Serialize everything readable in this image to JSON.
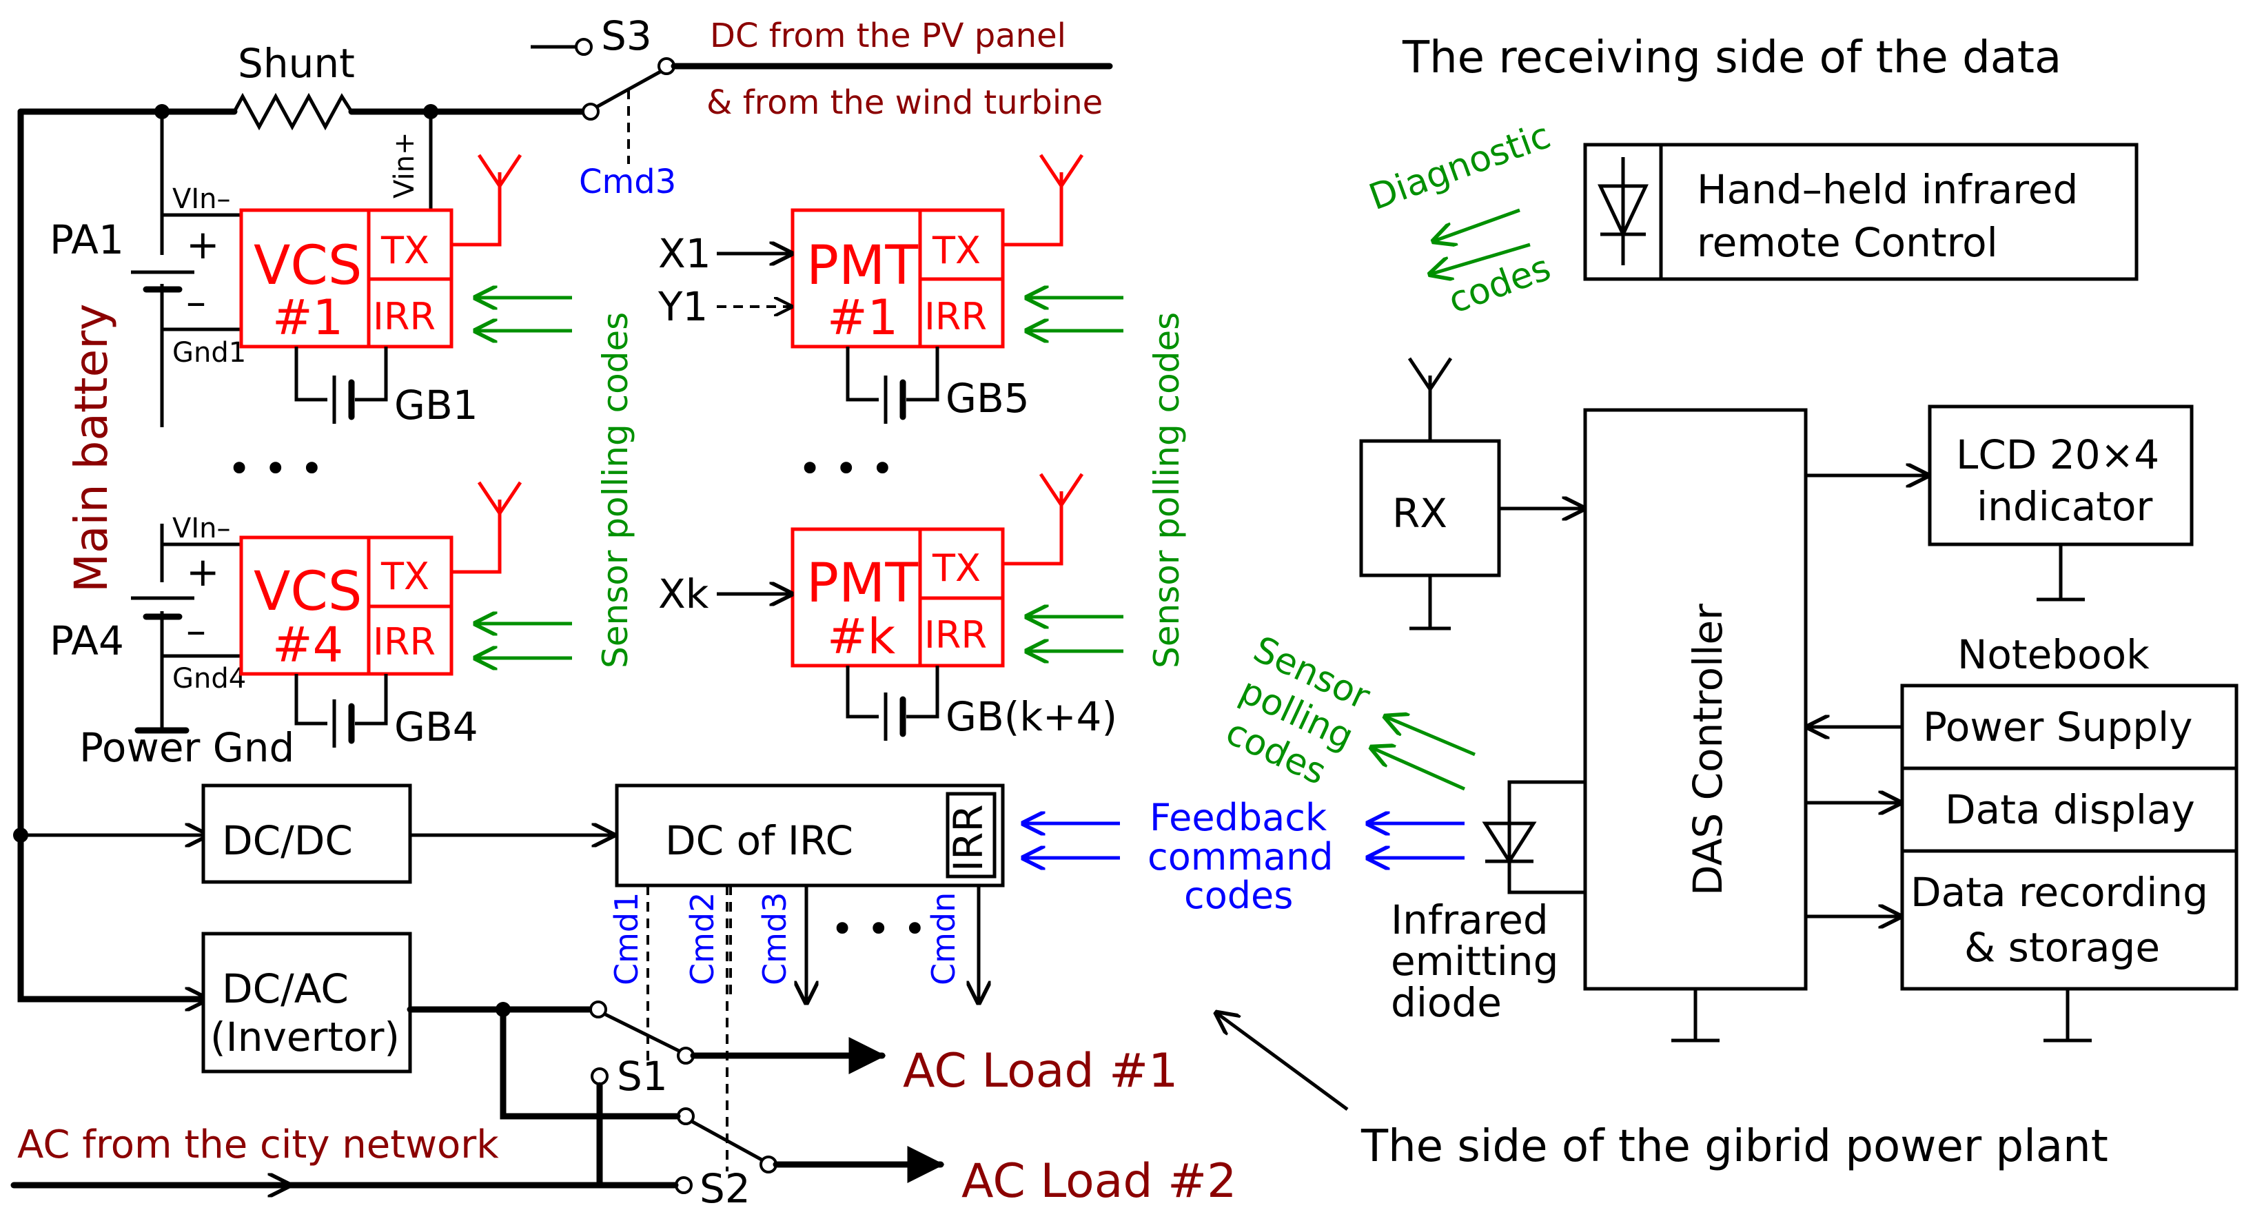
{
  "titles": {
    "receiving": "The receiving side of the data",
    "plant": "The side of the gibrid power plant"
  },
  "labels": {
    "shunt": "Shunt",
    "s3": "S3",
    "pv_line1": "DC from the PV panel",
    "pv_line2": "& from the wind turbine",
    "cmd3_top": "Cmd3",
    "vin_plus": "Vin+",
    "vin_minus": "VIn–",
    "gnd1": "Gnd1",
    "gnd4": "Gnd4",
    "pa1": "PA1",
    "pa4": "PA4",
    "plus": "+",
    "minus": "–",
    "main_battery": "Main battery",
    "power_gnd": "Power Gnd",
    "gb1": "GB1",
    "gb4": "GB4",
    "gb5": "GB5",
    "gbk": "GB(k+4)",
    "x1": "X1",
    "y1": "Y1",
    "xk": "Xk",
    "sensor_polling": "Sensor polling codes",
    "diag1": "Diagnostic",
    "diag2": "codes",
    "sp1": "Sensor",
    "sp2": "polling",
    "sp3": "codes",
    "fb1": "Feedback",
    "fb2": "command",
    "fb3": "codes",
    "ired1": "Infrared",
    "ired2": "emitting",
    "ired3": "diode",
    "cmd1": "Cmd1",
    "cmd2": "Cmd2",
    "cmd3": "Cmd3",
    "cmdn": "Cmdn",
    "s1": "S1",
    "s2": "S2",
    "ac_city": "AC from the city network",
    "ac_load1": "AC Load #1",
    "ac_load2": "AC Load #2",
    "notebook": "Notebook",
    "dots": "• • •"
  },
  "blocks": {
    "vcs1": {
      "name": "VCS",
      "num": "#1",
      "tx": "TX",
      "irr": "IRR"
    },
    "vcs4": {
      "name": "VCS",
      "num": "#4",
      "tx": "TX",
      "irr": "IRR"
    },
    "pmt1": {
      "name": "PMT",
      "num": "#1",
      "tx": "TX",
      "irr": "IRR"
    },
    "pmtk": {
      "name": "PMT",
      "num": "#k",
      "tx": "TX",
      "irr": "IRR"
    },
    "dcdc": "DC/DC",
    "dcirc": "DC of IRC",
    "dcirc_irr": "IRR",
    "dcac": "DC/AC",
    "invertor": "(Invertor)",
    "remote1": "Hand–held infrared",
    "remote2": "remote Control",
    "rx": "RX",
    "das": "DAS Controller",
    "lcd1": "LCD 20×4",
    "lcd2": "indicator",
    "power_supply": "Power Supply",
    "data_display": "Data display",
    "rec1": "Data recording",
    "rec2": "& storage"
  },
  "colors": {
    "sensor_block": "#ff0000",
    "label_dark_red": "#8b0000",
    "polling_green": "#009000",
    "feedback_blue": "#0000ff"
  }
}
